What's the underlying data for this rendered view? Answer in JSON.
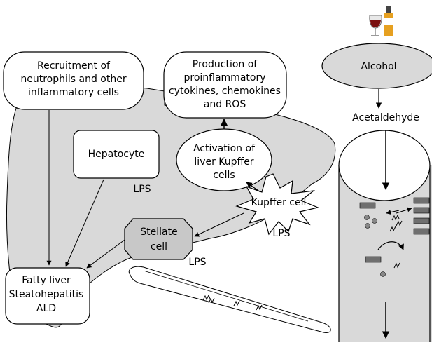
{
  "labels": {
    "recruitment": [
      "Recruitment of",
      "neutrophils and other",
      "inflammatory cells"
    ],
    "production": [
      "Production of",
      "proinflammatory",
      "cytokines, chemokines",
      "and ROS"
    ],
    "activation": [
      "Activation of",
      "liver Kupffer",
      "cells"
    ],
    "hepatocyte": "Hepatocyte",
    "stellate": [
      "Stellate",
      "cell"
    ],
    "kupffer_cell": "Kupffer cell",
    "fatty_liver": [
      "Fatty liver",
      "Steatohepatitis",
      "ALD"
    ],
    "alcohol": "Alcohol",
    "acetaldehyde": "Acetaldehyde",
    "lps_hepatocyte": "LPS",
    "lps_kupffer": "LPS",
    "lps_stellate": "LPS"
  },
  "colors": {
    "liver_fill": "#d9d9d9",
    "stellate_fill": "#c8c8c8",
    "dark_bar": "#6f6f6f",
    "stroke": "#000000",
    "box_fill": "#ffffff"
  },
  "icons": {
    "drink": "wine-glass-and-bottle-icon",
    "lps_marks": "squiggle-icon"
  }
}
